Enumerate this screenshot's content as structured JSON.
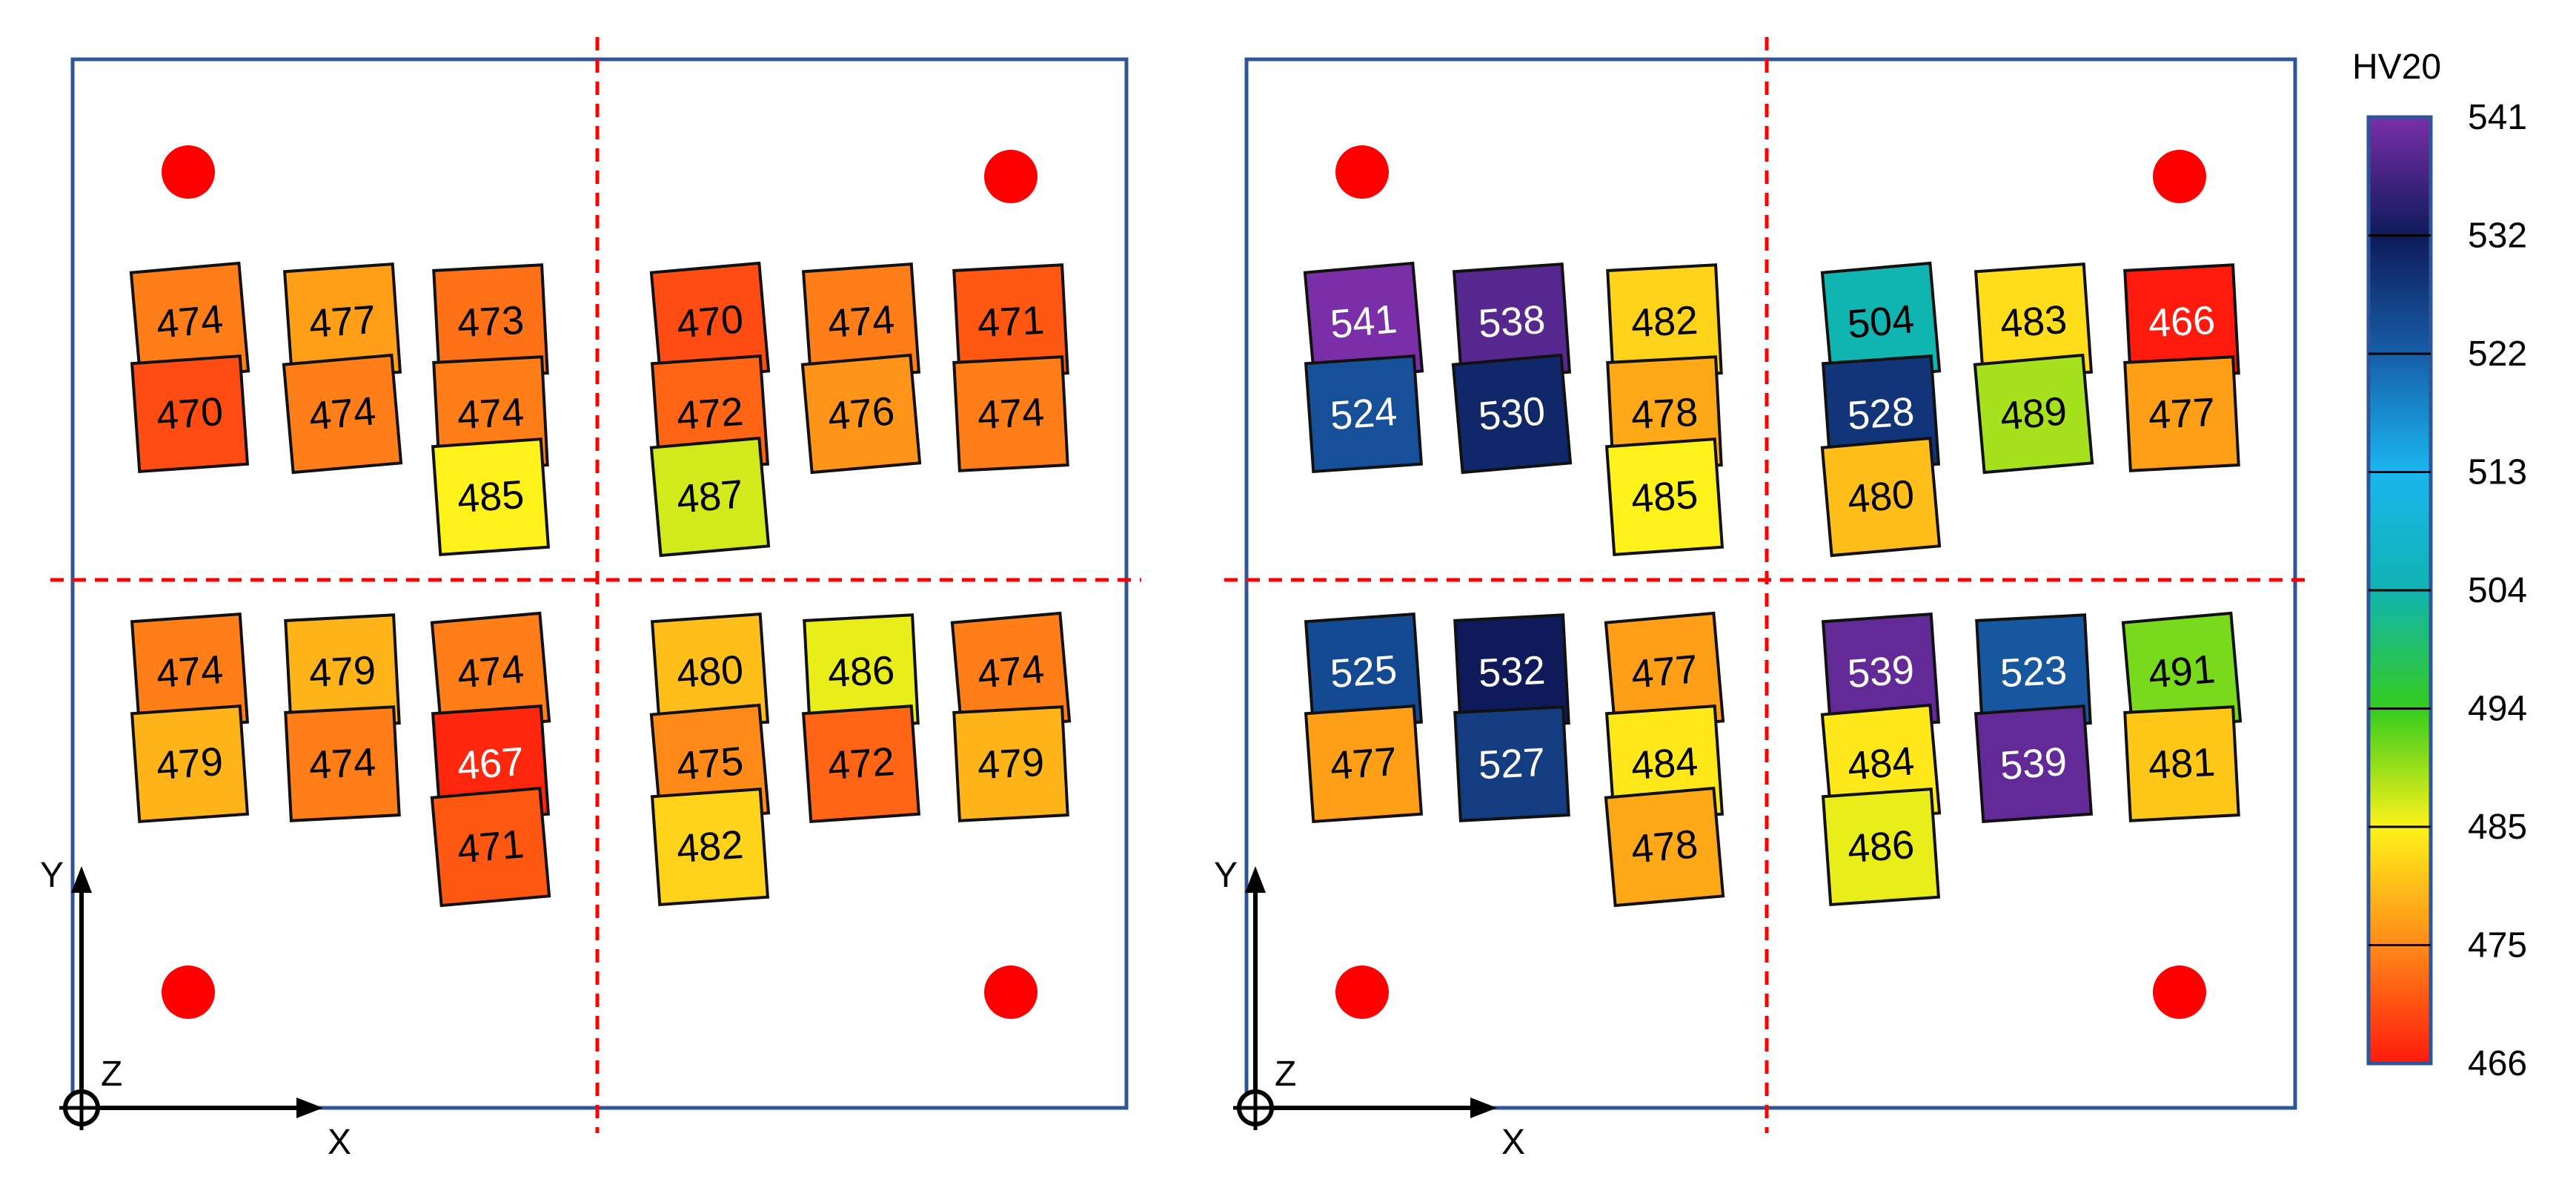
{
  "colorbar": {
    "title": "HV20",
    "ticks": [
      541,
      532,
      522,
      513,
      504,
      494,
      485,
      475,
      466
    ],
    "stops": [
      {
        "value": 466,
        "color": "#FF1A0D"
      },
      {
        "value": 475,
        "color": "#FF8A18"
      },
      {
        "value": 485,
        "color": "#FFF21A"
      },
      {
        "value": 494,
        "color": "#35CC1E"
      },
      {
        "value": 504,
        "color": "#10B4B0"
      },
      {
        "value": 513,
        "color": "#1AB6F0"
      },
      {
        "value": 522,
        "color": "#175EA8"
      },
      {
        "value": 532,
        "color": "#0E1A5A"
      },
      {
        "value": 541,
        "color": "#7A2EA8"
      }
    ],
    "border_color": "#2E5597"
  },
  "colors": {
    "panel_border": "#2E5597",
    "dashed_line": "#FF0000",
    "marker": "#FF0000"
  },
  "axes": {
    "x_label": "X",
    "y_label": "Y",
    "z_label": "Z"
  },
  "chart_data": [
    {
      "type": "heatmap",
      "title": "",
      "color_scale": "HV20",
      "cells": [
        {
          "row": 1,
          "col": 1,
          "value": 474
        },
        {
          "row": 1,
          "col": 2,
          "value": 477
        },
        {
          "row": 1,
          "col": 3,
          "value": 473
        },
        {
          "row": 1,
          "col": 4,
          "value": 470
        },
        {
          "row": 1,
          "col": 5,
          "value": 474
        },
        {
          "row": 1,
          "col": 6,
          "value": 471
        },
        {
          "row": 2,
          "col": 1,
          "value": 470
        },
        {
          "row": 2,
          "col": 2,
          "value": 474
        },
        {
          "row": 2,
          "col": 3,
          "value": 474
        },
        {
          "row": 2,
          "col": 4,
          "value": 472
        },
        {
          "row": 2,
          "col": 5,
          "value": 476
        },
        {
          "row": 2,
          "col": 6,
          "value": 474
        },
        {
          "row": 3,
          "col": 3,
          "value": 485
        },
        {
          "row": 3,
          "col": 4,
          "value": 487
        },
        {
          "row": 4,
          "col": 1,
          "value": 474
        },
        {
          "row": 4,
          "col": 2,
          "value": 479
        },
        {
          "row": 4,
          "col": 3,
          "value": 474
        },
        {
          "row": 4,
          "col": 4,
          "value": 480
        },
        {
          "row": 4,
          "col": 5,
          "value": 486
        },
        {
          "row": 4,
          "col": 6,
          "value": 474
        },
        {
          "row": 5,
          "col": 1,
          "value": 479
        },
        {
          "row": 5,
          "col": 2,
          "value": 474
        },
        {
          "row": 5,
          "col": 3,
          "value": 467
        },
        {
          "row": 5,
          "col": 4,
          "value": 475
        },
        {
          "row": 5,
          "col": 5,
          "value": 472
        },
        {
          "row": 5,
          "col": 6,
          "value": 479
        },
        {
          "row": 6,
          "col": 3,
          "value": 471
        },
        {
          "row": 6,
          "col": 4,
          "value": 482
        }
      ]
    },
    {
      "type": "heatmap",
      "title": "",
      "color_scale": "HV20",
      "cells": [
        {
          "row": 1,
          "col": 1,
          "value": 541
        },
        {
          "row": 1,
          "col": 2,
          "value": 538
        },
        {
          "row": 1,
          "col": 3,
          "value": 482
        },
        {
          "row": 1,
          "col": 4,
          "value": 504
        },
        {
          "row": 1,
          "col": 5,
          "value": 483
        },
        {
          "row": 1,
          "col": 6,
          "value": 466
        },
        {
          "row": 2,
          "col": 1,
          "value": 524
        },
        {
          "row": 2,
          "col": 2,
          "value": 530
        },
        {
          "row": 2,
          "col": 3,
          "value": 478
        },
        {
          "row": 2,
          "col": 4,
          "value": 528
        },
        {
          "row": 2,
          "col": 5,
          "value": 489
        },
        {
          "row": 2,
          "col": 6,
          "value": 477
        },
        {
          "row": 3,
          "col": 3,
          "value": 485
        },
        {
          "row": 3,
          "col": 4,
          "value": 480
        },
        {
          "row": 4,
          "col": 1,
          "value": 525
        },
        {
          "row": 4,
          "col": 2,
          "value": 532
        },
        {
          "row": 4,
          "col": 3,
          "value": 477
        },
        {
          "row": 4,
          "col": 4,
          "value": 539
        },
        {
          "row": 4,
          "col": 5,
          "value": 523
        },
        {
          "row": 4,
          "col": 6,
          "value": 491
        },
        {
          "row": 5,
          "col": 1,
          "value": 477
        },
        {
          "row": 5,
          "col": 2,
          "value": 527
        },
        {
          "row": 5,
          "col": 3,
          "value": 484
        },
        {
          "row": 5,
          "col": 4,
          "value": 484
        },
        {
          "row": 5,
          "col": 5,
          "value": 539
        },
        {
          "row": 5,
          "col": 6,
          "value": 481
        },
        {
          "row": 6,
          "col": 3,
          "value": 478
        },
        {
          "row": 6,
          "col": 4,
          "value": 486
        }
      ]
    }
  ]
}
